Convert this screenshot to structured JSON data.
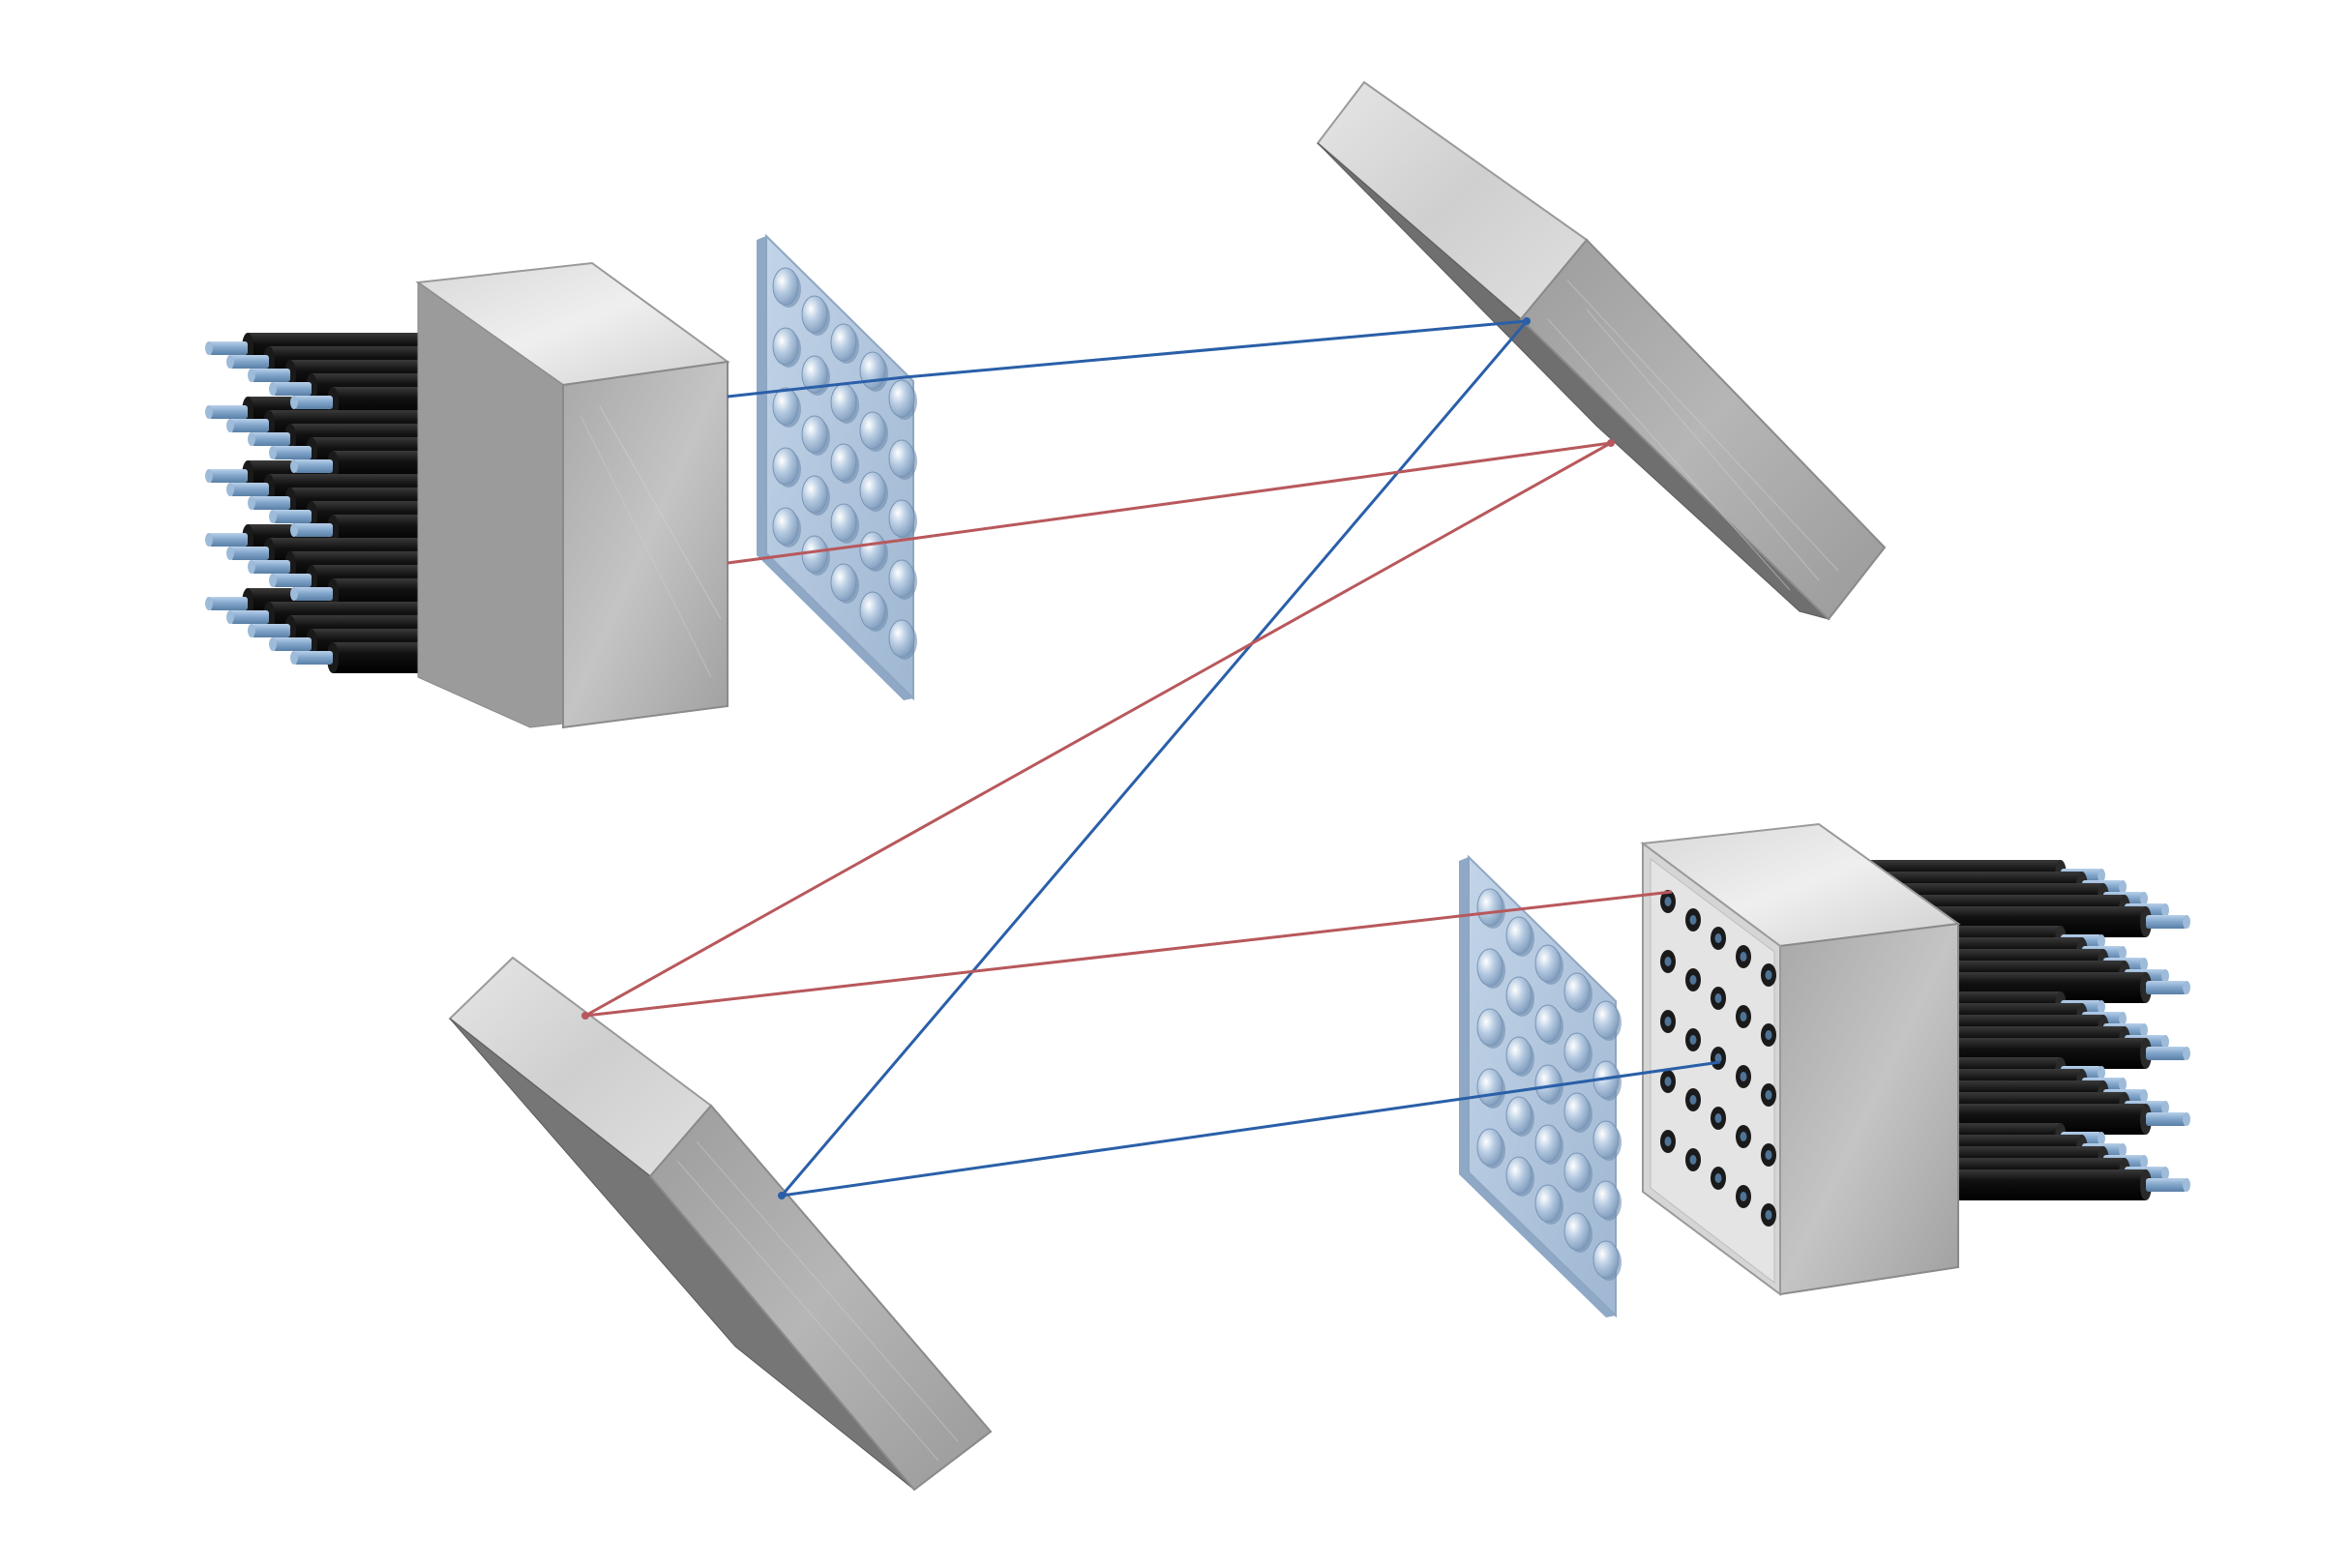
{
  "diagram": {
    "components": [
      {
        "id": "input-fiber-bundle",
        "kind": "fiber-array",
        "fibers": 25,
        "grid": "5x5"
      },
      {
        "id": "input-fiber-block",
        "kind": "fiber-block"
      },
      {
        "id": "input-lens-array",
        "kind": "microlens-array",
        "lenses": 25,
        "grid": "5x5"
      },
      {
        "id": "mirror-upper",
        "kind": "mirror-array"
      },
      {
        "id": "mirror-lower",
        "kind": "mirror-array"
      },
      {
        "id": "output-lens-array",
        "kind": "microlens-array",
        "lenses": 25,
        "grid": "5x5"
      },
      {
        "id": "output-fiber-block",
        "kind": "fiber-block",
        "ports": 25
      },
      {
        "id": "output-fiber-bundle",
        "kind": "fiber-array",
        "fibers": 25,
        "grid": "5x5"
      }
    ],
    "beams": [
      {
        "id": "beam-blue",
        "color": "#2a5fa8"
      },
      {
        "id": "beam-red",
        "color": "#b8585c"
      }
    ],
    "colors": {
      "fiber-jacket": "#0d0d0d",
      "fiber-core": "#7fa3c9",
      "lens-plate": "#a9c1dc",
      "metal-light": "#e4e4e4",
      "metal-dark": "#8f8f8f"
    }
  }
}
